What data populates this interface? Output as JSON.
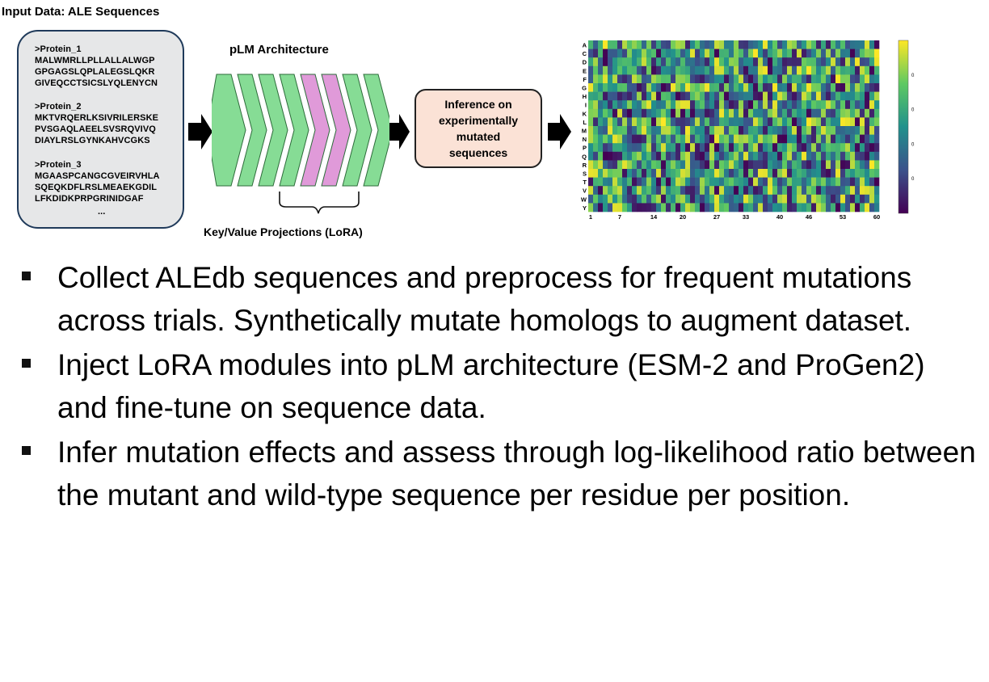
{
  "input": {
    "title": "Input Data: ALE Sequences",
    "proteins": [
      {
        "name": ">Protein_1",
        "lines": [
          "MALWMRLLPLLALLALWGP",
          "GPGAGSLQPLALEGSLQKR",
          "GIVEQCCTSICSLYQLENYCN"
        ]
      },
      {
        "name": ">Protein_2",
        "lines": [
          "MKTVRQERLKSIVRILERSKE",
          "PVSGAQLAEELSVSRQVIVQ",
          "DIAYLRSLGYNKAHVCGKS"
        ]
      },
      {
        "name": ">Protein_3",
        "lines": [
          "MGAASPCANGCGVEIRVHLA",
          "SQEQKDFLRSLMEAEKGDIL",
          "LFKDIDKPRPGRINIDGAF"
        ]
      }
    ],
    "ellipsis": "..."
  },
  "architecture": {
    "title": "pLM Architecture",
    "layer_colors": [
      "#86dc95",
      "#86dc95",
      "#86dc95",
      "#86dc95",
      "#e09ad9",
      "#e09ad9",
      "#86dc95",
      "#86dc95"
    ],
    "lora_label": "Key/Value Projections (LoRA)"
  },
  "inference": {
    "label_lines": [
      "Inference on",
      "experimentally",
      "mutated",
      "sequences"
    ],
    "fill": "#fbe2d6"
  },
  "heatmap": {
    "row_labels": [
      "A",
      "C",
      "D",
      "E",
      "F",
      "G",
      "H",
      "I",
      "K",
      "L",
      "M",
      "N",
      "P",
      "Q",
      "R",
      "S",
      "T",
      "V",
      "W",
      "Y"
    ],
    "col_ticks": [
      "1",
      "7",
      "14",
      "20",
      "27",
      "33",
      "40",
      "46",
      "53",
      "60"
    ],
    "colorbar_ticks": [
      "0.8",
      "0.6",
      "0.4",
      "0.2"
    ],
    "colormap": "viridis",
    "n_positions": 60
  },
  "bullets": [
    "Collect ALEdb sequences and preprocess for frequent mutations across trials. Synthetically mutate homologs to augment dataset.",
    "Inject LoRA modules into pLM architecture (ESM-2 and ProGen2) and fine-tune on sequence data.",
    "Infer mutation effects and assess through log-likelihood ratio between the mutant and wild-type sequence per residue per position."
  ]
}
